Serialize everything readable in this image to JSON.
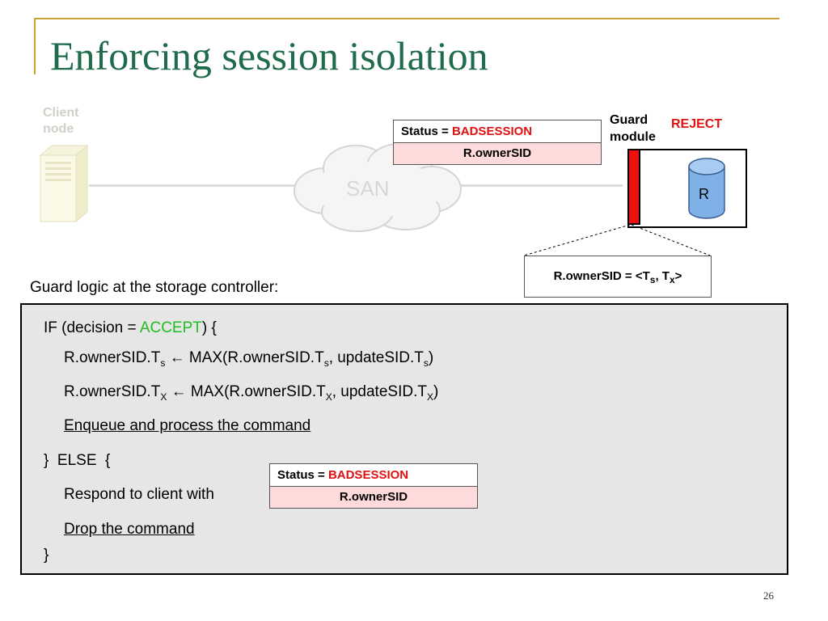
{
  "slide": {
    "title": "Enforcing session isolation",
    "page_number": "26"
  },
  "diagram": {
    "client_label_line1": "Client",
    "client_label_line2": "node",
    "san_label": "SAN",
    "top_status_box": {
      "prefix": "Status = ",
      "status": "BADSESSION",
      "field": "R.ownerSID"
    },
    "guard_label_line1": "Guard",
    "guard_label_line2": "module",
    "reject_label": "REJECT",
    "resource_label": "R",
    "owner_sid": {
      "prefix": "R.ownerSID = <T",
      "sub1": "s",
      "mid": ", T",
      "sub2": "x",
      "suffix": ">"
    }
  },
  "guard_logic_heading": "Guard logic at the storage controller:",
  "code": {
    "if_prefix": "IF (decision = ",
    "accept": "ACCEPT",
    "if_suffix": ") {",
    "line1": {
      "a": "R.ownerSID.T",
      "sub_a": "s",
      "arrow": " ← ",
      "b": "MAX(R.ownerSID.T",
      "sub_b": "s",
      "c": ", updateSID.T",
      "sub_c": "s",
      "d": ")"
    },
    "line2": {
      "a": "R.ownerSID.T",
      "sub_a": "X",
      "arrow": " ← ",
      "b": "MAX(R.ownerSID.T",
      "sub_b": "X",
      "c": ", updateSID.T",
      "sub_c": "X",
      "d": ")"
    },
    "enqueue": "Enqueue and process the command",
    "else": "}  ELSE  {",
    "respond": "Respond to client with",
    "drop": "Drop the command",
    "close": "}",
    "inline_status_box": {
      "prefix": "Status = ",
      "status": "BADSESSION",
      "field": "R.ownerSID"
    }
  },
  "colors": {
    "title": "#1f6b4b",
    "accent_rule": "#c8a230",
    "reject_red": "#e01010",
    "accept_green": "#1fbf1f",
    "status_field_bg": "#ffdada",
    "code_panel_bg": "#e6e6e6",
    "cylinder_blue": "#7fb0e8"
  },
  "icons": [
    "server-icon",
    "cloud-icon",
    "database-cylinder-icon"
  ]
}
